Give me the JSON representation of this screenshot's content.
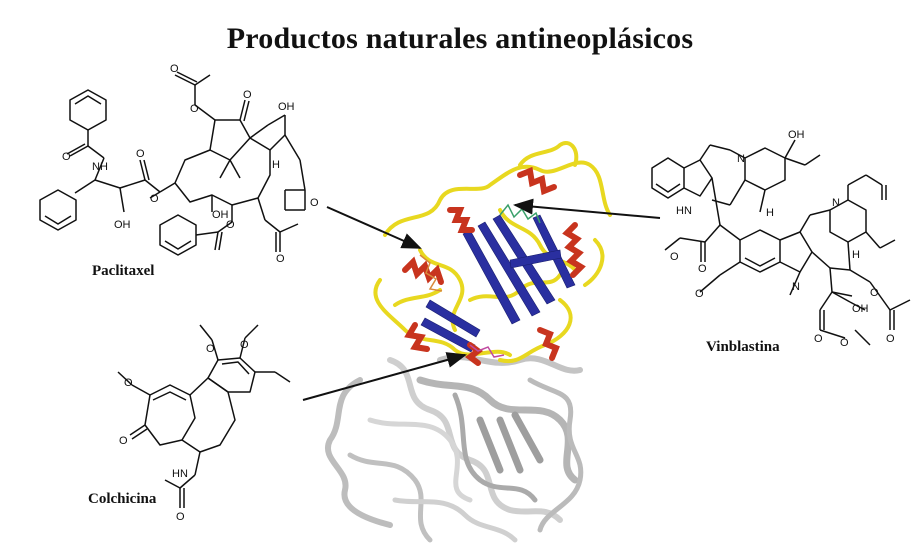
{
  "title": "Productos naturales antineoplásicos",
  "molecules": {
    "paclitaxel": {
      "name": "Paclitaxel"
    },
    "vinblastina": {
      "name": "Vinblastina"
    },
    "colchicina": {
      "name": "Colchicina"
    }
  },
  "atoms": {
    "paclitaxel": [
      "NH",
      "OH",
      "OH",
      "OH",
      "H",
      "O",
      "O",
      "O",
      "O",
      "O",
      "O",
      "O",
      "O",
      "O"
    ],
    "vinblastina": [
      "N",
      "OH",
      "HN",
      "H",
      "N",
      "H",
      "N",
      "OH",
      "O",
      "O",
      "O",
      "O",
      "O",
      "O",
      "O"
    ],
    "colchicina": [
      "O",
      "O",
      "O",
      "O",
      "HN",
      "O"
    ]
  },
  "colors": {
    "helix": "#c8341e",
    "sheet": "#2a2fa0",
    "coil": "#e8d820",
    "lower_subunit": "#c9c9c9",
    "bond": "#111111"
  }
}
